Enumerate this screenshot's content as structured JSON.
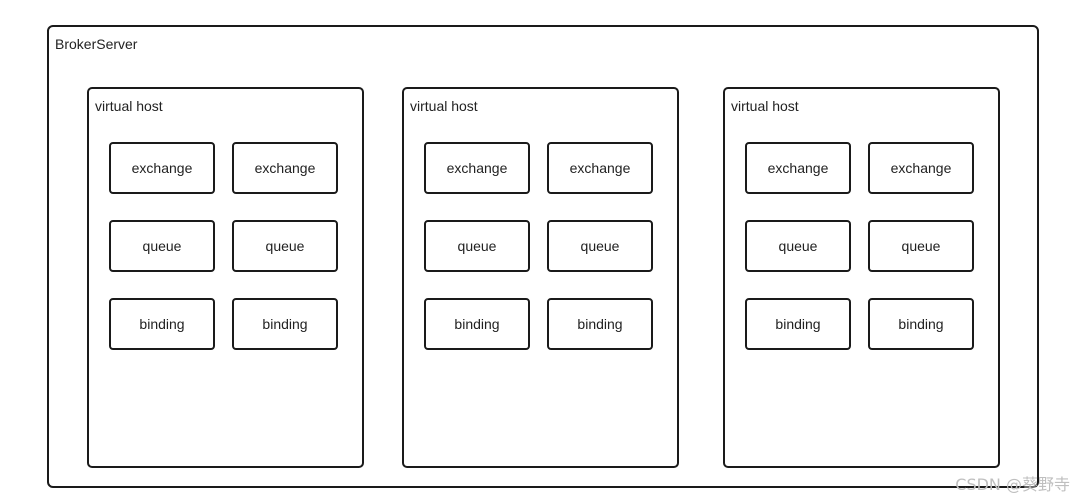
{
  "broker": {
    "label": "BrokerServer"
  },
  "vhosts": [
    {
      "label": "virtual host",
      "nodes": [
        "exchange",
        "exchange",
        "queue",
        "queue",
        "binding",
        "binding"
      ]
    },
    {
      "label": "virtual host",
      "nodes": [
        "exchange",
        "exchange",
        "queue",
        "queue",
        "binding",
        "binding"
      ]
    },
    {
      "label": "virtual host",
      "nodes": [
        "exchange",
        "exchange",
        "queue",
        "queue",
        "binding",
        "binding"
      ]
    }
  ],
  "watermark": "CSDN @葵野寺"
}
